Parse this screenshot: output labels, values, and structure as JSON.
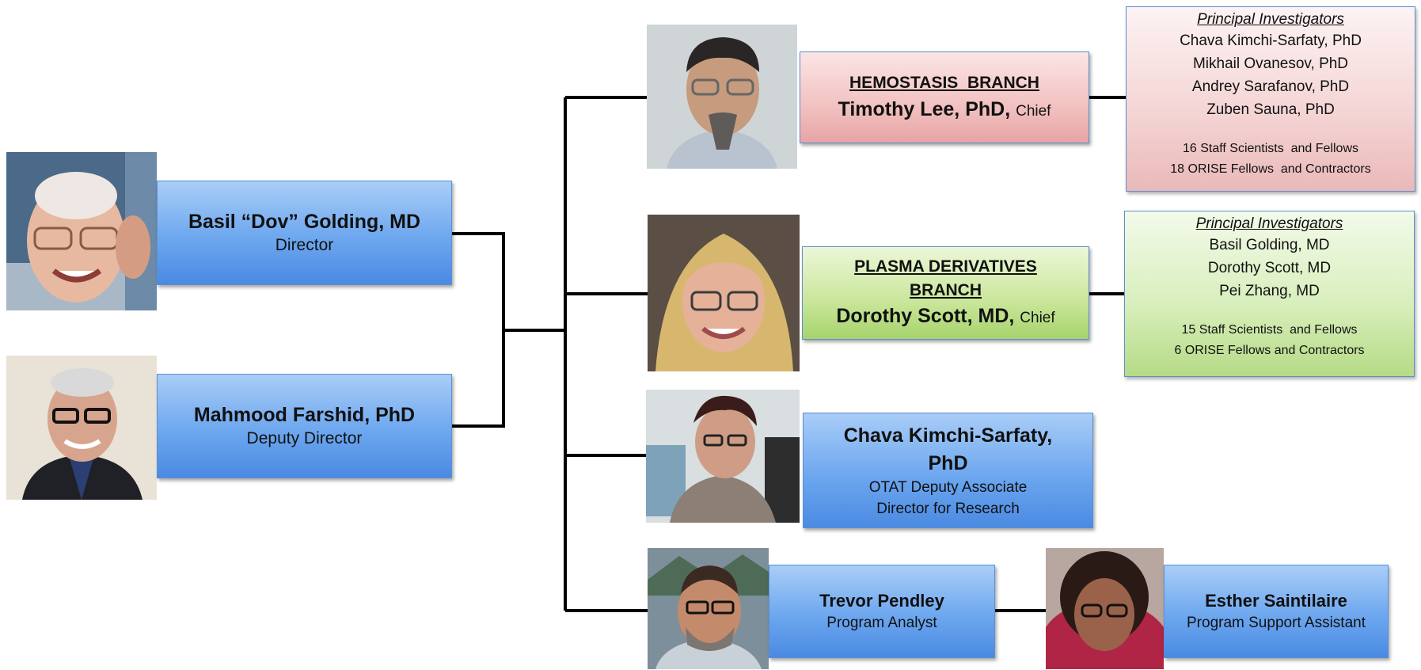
{
  "leaders": [
    {
      "name": "Basil “Dov” Golding, MD",
      "role": "Director",
      "photo": "man-with-glasses-photo"
    },
    {
      "name": "Mahmood Farshid, PhD",
      "role": "Deputy Director",
      "photo": "man-in-suit-photo"
    }
  ],
  "hemostasis": {
    "branch": "HEMOSTASIS  BRANCH",
    "chief_name": "Timothy Lee, PhD,",
    "chief_suffix": "Chief",
    "pi_title": "Principal Investigators",
    "pis": [
      "Chava Kimchi-Sarfaty, PhD",
      "Mikhail Ovanesov, PhD",
      "Andrey Sarafanov, PhD",
      "Zuben Sauna, PhD"
    ],
    "staff": [
      "16 Staff Scientists  and Fellows",
      "18 ORISE Fellows  and Contractors"
    ]
  },
  "plasma": {
    "branch_line1": "PLASMA DERIVATIVES",
    "branch_line2": "BRANCH",
    "chief_name": "Dorothy Scott, MD,",
    "chief_suffix": "Chief",
    "pi_title": "Principal Investigators",
    "pis": [
      "Basil Golding, MD",
      "Dorothy Scott, MD",
      "Pei Zhang, MD"
    ],
    "staff": [
      "15 Staff Scientists  and Fellows",
      "6 ORISE Fellows and Contractors"
    ]
  },
  "deputy_associate": {
    "name_line1": "Chava Kimchi-Sarfaty,",
    "name_line2": "PhD",
    "role_line1": "OTAT Deputy Associate",
    "role_line2": "Director for Research"
  },
  "analyst": {
    "name": "Trevor Pendley",
    "role": "Program Analyst"
  },
  "assistant": {
    "name": "Esther Saintilaire",
    "role": "Program Support Assistant"
  },
  "colors": {
    "line": "#000000",
    "blue_box": "#6da7ef",
    "pink_box": "#f2c1c1",
    "green_box": "#c9e69a",
    "border": "#5b8fd6"
  }
}
